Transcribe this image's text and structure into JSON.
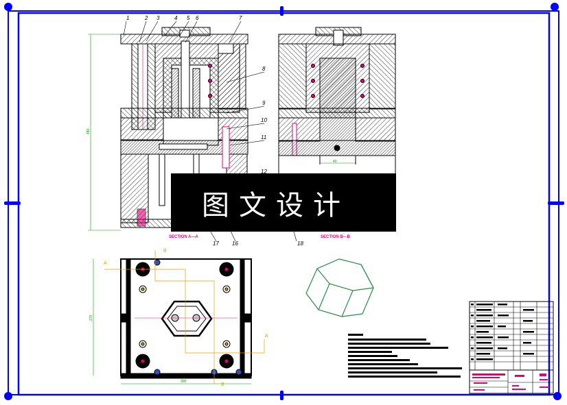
{
  "drawing": {
    "part_numbers": [
      "1",
      "2",
      "3",
      "4",
      "5",
      "6",
      "7",
      "8",
      "9",
      "10",
      "11",
      "12",
      "17",
      "16",
      "18"
    ],
    "section_labels": {
      "aa": "SECTION A—A",
      "bb": "SECTION B—B"
    },
    "cut_markers": {
      "a": "A",
      "b": "B"
    },
    "dimensions": {
      "front_height": "480",
      "plan_height": "270",
      "plan_width": "300",
      "cavity_width": "40"
    }
  },
  "overlay": {
    "watermark_text": "图文设计"
  },
  "colors": {
    "frame": "#0000ff",
    "outline": "#000000",
    "dim": "#00a000",
    "section": "#e0007a",
    "cut": "#e0a000",
    "overlay": "#000000",
    "iso": "#2a8a4a"
  }
}
